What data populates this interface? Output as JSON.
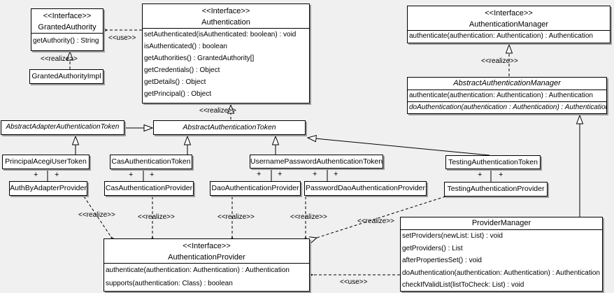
{
  "diagram": {
    "kind": "uml-class-diagram",
    "colors": {
      "background": "#f0f0f0",
      "box_fill": "#ffffff",
      "line": "#000000",
      "shadow": "#9c9c9c"
    }
  },
  "edge_labels": {
    "use": "<<use>>",
    "realize": "<<realize>>",
    "plus": "+"
  },
  "classes": {
    "granted_authority": {
      "stereotype": "<<Interface>>",
      "name": "GrantedAuthority",
      "methods": [
        "getAuthority() : String"
      ]
    },
    "granted_authority_impl": {
      "name": "GrantedAuthorityImpl"
    },
    "authentication": {
      "stereotype": "<<Interface>>",
      "name": "Authentication",
      "methods": [
        "setAuthenticated(isAuthenticated: boolean) : void",
        "isAuthenticated() : boolean",
        "getAuthorities() : GrantedAuthority[]",
        "getCredentials() : Object",
        "getDetails() : Object",
        "getPrincipal() : Object"
      ]
    },
    "authentication_manager": {
      "stereotype": "<<Interface>>",
      "name": "AuthenticationManager",
      "methods": [
        "authenticate(authentication: Authentication) : Authentication"
      ]
    },
    "abstract_authentication_manager": {
      "name": "AbstractAuthenticationManager",
      "methods": [
        "authenticate(authentication: Authentication) : Authentication",
        "doAuthentication(authentication : Authentication) : Authentication"
      ]
    },
    "abstract_adapter_authentication_token": {
      "name": "AbstractAdapterAuthenticationToken"
    },
    "abstract_authentication_token": {
      "name": "AbstractAuthenticationToken"
    },
    "principal_acegi_user_token": {
      "name": "PrincipalAcegiUserToken"
    },
    "cas_authentication_token": {
      "name": "CasAuthenticationToken"
    },
    "username_password_authentication_token": {
      "name": "UsernamePasswordAuthenticationToken"
    },
    "testing_authentication_token": {
      "name": "TestingAuthenticationToken"
    },
    "auth_by_adapter_provider": {
      "name": "AuthByAdapterProvider"
    },
    "cas_authentication_provider": {
      "name": "CasAuthenticationProvider"
    },
    "dao_authentication_provider": {
      "name": "DaoAuthenticationProvider"
    },
    "password_dao_authentication_provider": {
      "name": "PasswordDaoAuthenticationProvider"
    },
    "testing_authentication_provider": {
      "name": "TestingAuthenticationProvider"
    },
    "authentication_provider": {
      "stereotype": "<<Interface>>",
      "name": "AuthenticationProvider",
      "methods": [
        "authenticate(authentication: Authentication) : Authentication",
        "supports(authentication: Class) : boolean"
      ]
    },
    "provider_manager": {
      "name": "ProviderManager",
      "methods": [
        "setProviders(newList: List) : void",
        "getProviders() : List",
        "afterPropertiesSet() : void",
        "doAuthentication(authentication: Authentication) : Authentication",
        "checkIfValidList(listToCheck: List) : void"
      ]
    }
  }
}
